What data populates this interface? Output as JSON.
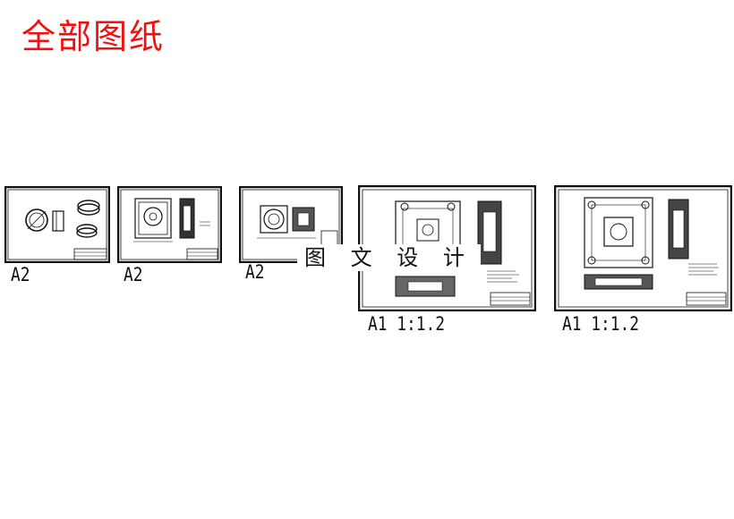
{
  "page_title": "全部图纸",
  "watermark": "图 文 设 计",
  "sheets": [
    {
      "label": "A2"
    },
    {
      "label": "A2"
    },
    {
      "label": "A2"
    },
    {
      "label": "A1 1:1.2"
    },
    {
      "label": "A1 1:1.2"
    }
  ],
  "colors": {
    "title": "#ee1111",
    "lines": "#111111"
  }
}
